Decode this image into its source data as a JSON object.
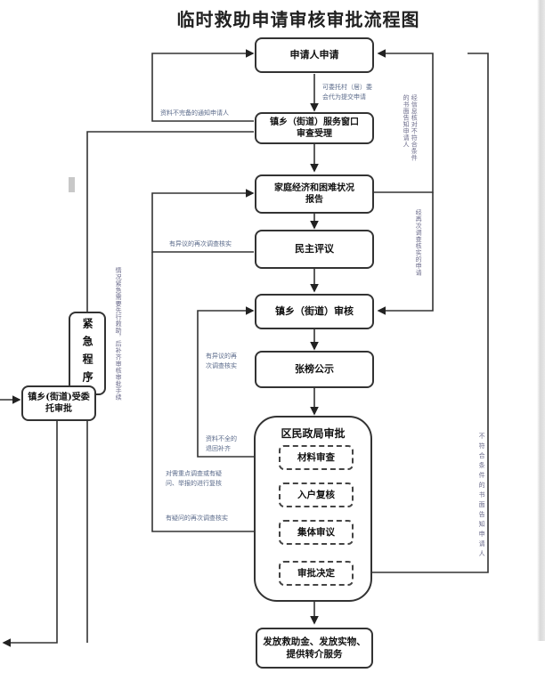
{
  "title": "临时救助申请审核审批流程图",
  "nodes": {
    "apply": "申请人申请",
    "window": "镇乡（街道）服务窗口\n审查受理",
    "survey": "家庭经济和困难状况\n报告",
    "review": "民主评议",
    "town_audit": "镇乡（街道）审核",
    "publicity": "张榜公示",
    "civil_affairs": "区民政局审批",
    "sub_material": "材料审查",
    "sub_household": "入户复核",
    "sub_group": "集体审议",
    "sub_decision": "审批决定",
    "disburse": "发放救助金、发放实物、提供转介服务",
    "emergency": "紧急程序",
    "delegated": "镇乡(街道)受委托审批"
  },
  "notes": {
    "entrust": "可委托村（居）委\n会代为提交申请",
    "incomplete_notify": "资料不完备的通知申请人",
    "disputed_recheck_1": "有异议的再次调查核实",
    "disputed_recheck_2": "有异议的再\n次调查核实",
    "incomplete_return": "资料不全的\n退回补齐",
    "spot_check": "对需重点调查或有疑\n问、举报的进行复核",
    "questioned_recheck": "有疑问的再次调查核实",
    "info_mismatch": "经信息核对不符合条件的书面告知申请人",
    "recheck_apply": "经再次调查核实的申请",
    "ineligible_notify": "不符合条件的书面告知申请人",
    "emergency_desc": "情况紧急需要先行救助，后补齐审核审批手续"
  }
}
